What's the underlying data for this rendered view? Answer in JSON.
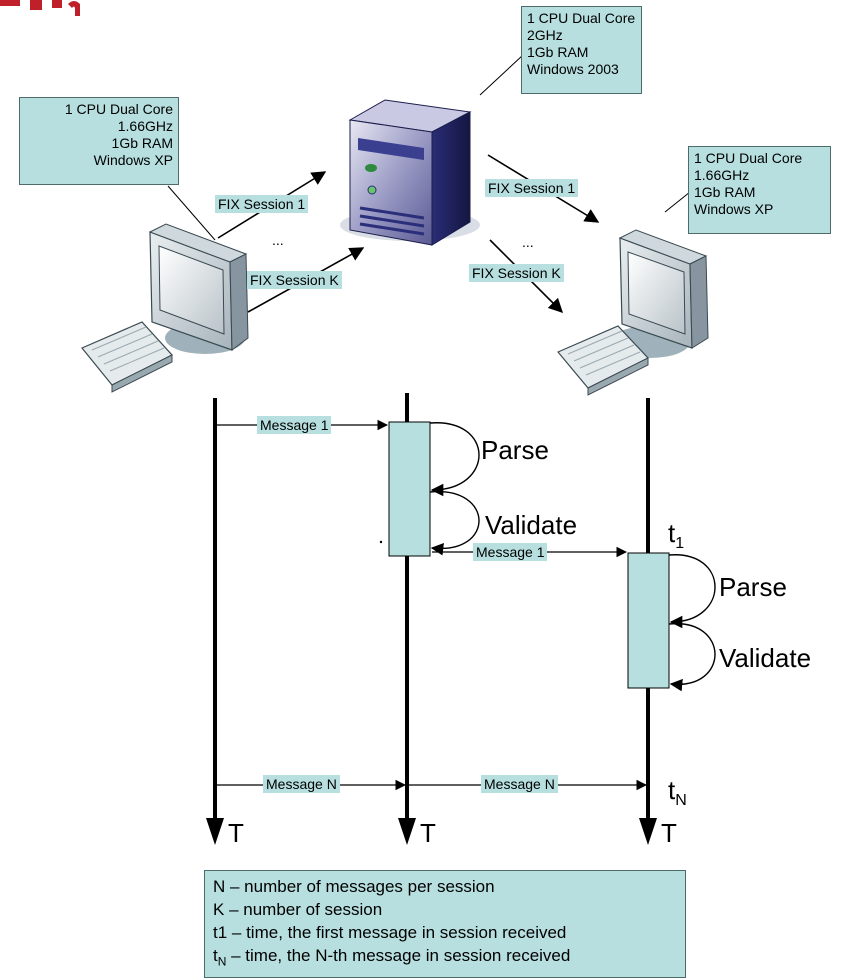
{
  "server_spec": [
    "1 CPU Dual Core",
    "2GHz",
    "1Gb RAM",
    "Windows 2003"
  ],
  "left_client_spec": [
    "1 CPU Dual Core",
    "1.66GHz",
    "1Gb RAM",
    "Windows XP"
  ],
  "right_client_spec": [
    "1 CPU Dual Core",
    "1.66GHz",
    "1Gb RAM",
    "Windows XP"
  ],
  "sessions": {
    "left_first": "FIX Session 1",
    "left_last": "FIX Session K",
    "right_first": "FIX Session 1",
    "right_last": "FIX Session K",
    "ellipsis": "..."
  },
  "messages": {
    "first_in": "Message 1",
    "first_out": "Message 1",
    "last_in": "Message N",
    "last_out": "Message N"
  },
  "steps": {
    "server_parse": "Parse",
    "server_validate": "Validate",
    "client_parse": "Parse",
    "client_validate": "Validate"
  },
  "time_axis_label": "T",
  "time_marks": {
    "t1_base": "t",
    "t1_sub": "1",
    "tN_base": "t",
    "tN_sub": "N"
  },
  "legend": [
    {
      "sym": "N",
      "sub": "",
      "text": " – number of messages per session"
    },
    {
      "sym": "K",
      "sub": "",
      "text": " – number of session"
    },
    {
      "sym": "t1",
      "sub": "",
      "text": " – time, the first message in session received"
    },
    {
      "sym": "t",
      "sub": "N",
      "text": " – time, the N-th message in session received"
    }
  ],
  "colors": {
    "accent_box": "#b7dfdf",
    "heading_red": "#c0202a",
    "server_body": "#2b2e7a"
  }
}
